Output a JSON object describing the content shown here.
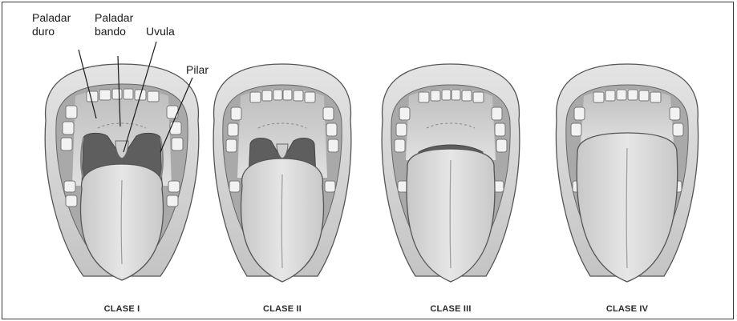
{
  "labels": {
    "hard_palate": "Paladar\nduro",
    "soft_palate": "Paladar\nbando",
    "uvula": "Uvula",
    "pillar": "Pilar"
  },
  "classes": [
    "CLASE I",
    "CLASE II",
    "CLASE III",
    "CLASE IV"
  ],
  "colors": {
    "lip": "#d4d4d4",
    "throat": "#5e5e5e",
    "tongue": "#d9d9d9",
    "teeth": "#f2f2f2",
    "outline": "#555555"
  }
}
